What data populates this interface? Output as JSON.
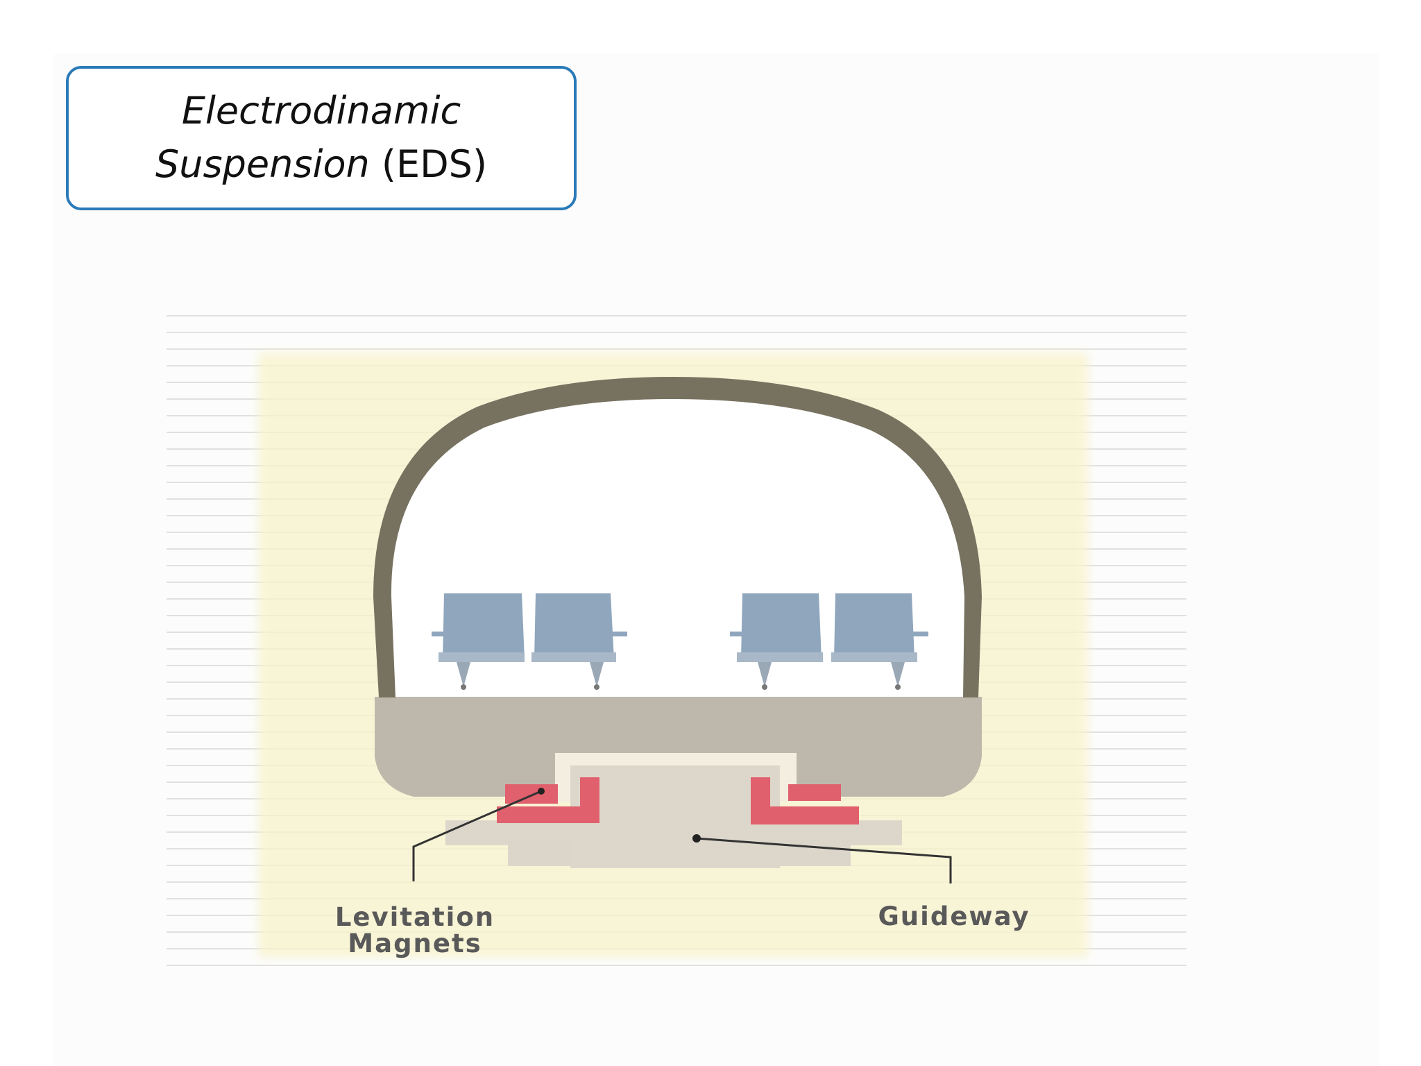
{
  "title": {
    "line1_italic": "Electrodinamic",
    "line2_italic": "Suspension",
    "line2_plain": " (EDS)"
  },
  "diagram": {
    "labels": {
      "levitation_line1": "Levitation",
      "levitation_line2": "Magnets",
      "guideway": "Guideway"
    },
    "colors": {
      "hull": "#777260",
      "floor": "#beb8ac",
      "seat": "#8fa6bd",
      "magnet": "#e0606d",
      "guideway": "#ddd7cb",
      "background_glow": "#f8f3cc",
      "stripes": "#e2e2e2"
    }
  }
}
